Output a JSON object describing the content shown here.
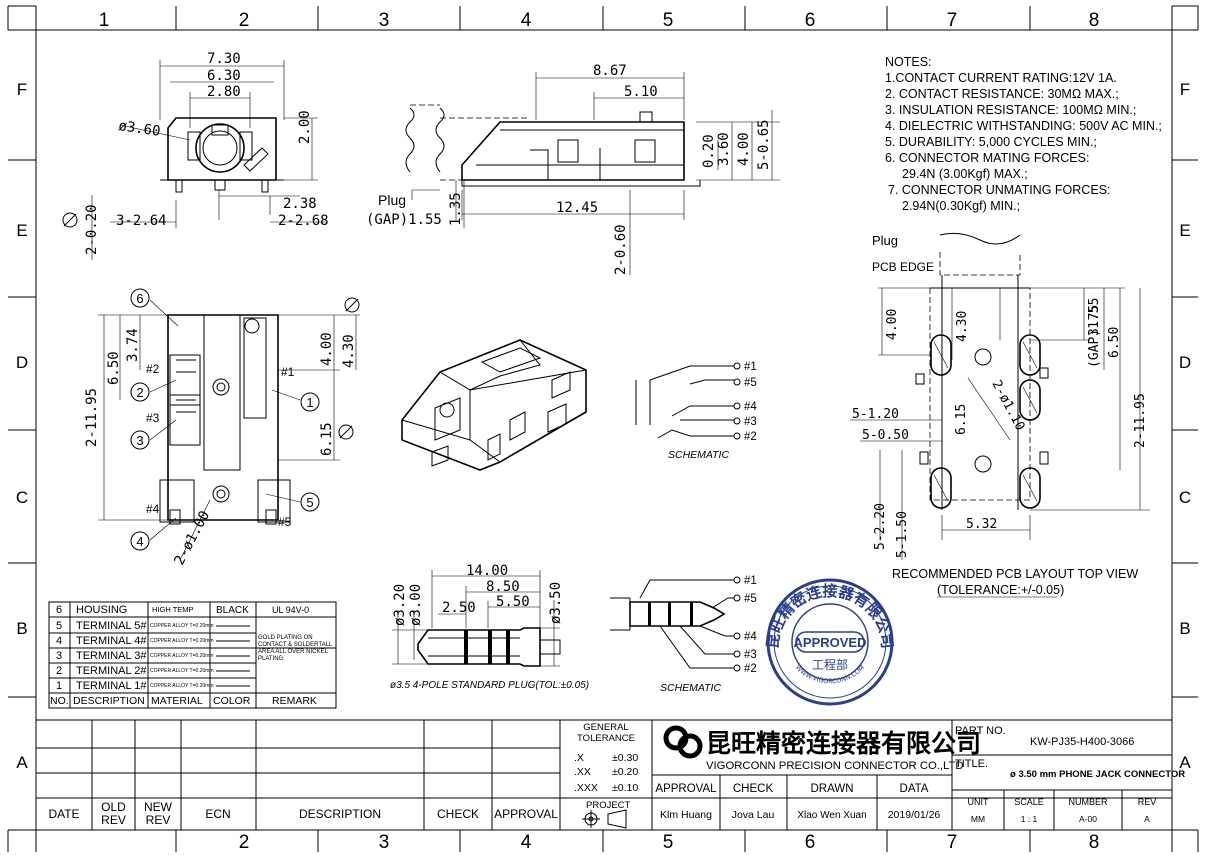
{
  "frame": {
    "col_labels": [
      "1",
      "2",
      "3",
      "4",
      "5",
      "6",
      "7",
      "8"
    ],
    "row_labels": [
      "F",
      "E",
      "D",
      "C",
      "B",
      "A"
    ]
  },
  "front_view": {
    "dims": [
      "7.30",
      "6.30",
      "2.80",
      "2.00",
      "2.38",
      "3-2.64",
      "2-2.68",
      "2-0.20"
    ],
    "diameter": "ø3.60"
  },
  "side_view": {
    "dims": [
      "8.67",
      "5.10",
      "0.20",
      "3.60",
      "4.00",
      "5-0.65",
      "1.35",
      "12.45",
      "2-0.60"
    ],
    "plug_label": "Plug",
    "gap_label": "(GAP)1.55"
  },
  "notes": {
    "title": "NOTES:",
    "lines": [
      "1.CONTACT CURRENT RATING:12V 1A.",
      "2. CONTACT RESISTANCE: 30MΩ MAX.;",
      "3. INSULATION RESISTANCE: 100MΩ MIN.;",
      "4. DIELECTRIC WITHSTANDING: 500V AC MIN.;",
      "5. DURABILITY: 5,000 CYCLES MIN.;",
      "6. CONNECTOR MATING FORCES:",
      "29.4N (3.00Kgf) MAX.;",
      "7. CONNECTOR UNMATING FORCES:",
      "2.94N(0.30Kgf) MIN.;"
    ]
  },
  "top_view": {
    "dims": [
      "6.50",
      "3.74",
      "2-11.95",
      "4.00",
      "4.30",
      "6.15",
      "2-ø1.00"
    ],
    "balloons": [
      "6",
      "2",
      "3",
      "1",
      "5",
      "4"
    ],
    "pins": [
      "#1",
      "#2",
      "#3",
      "#4",
      "#5"
    ]
  },
  "schematic1": {
    "label": "SCHEMATIC",
    "pins": [
      "#1",
      "#5",
      "#4",
      "#3",
      "#2"
    ]
  },
  "pcb_layout": {
    "plug_label": "Plug",
    "edge_label": "PCB EDGE",
    "dims": [
      "4.00",
      "4.30",
      "3.75",
      "(GAP)1.55",
      "6.50",
      "2-11.95",
      "2-ø1.10",
      "6.15",
      "5-1.20",
      "5-0.50",
      "5.32",
      "5-2.20",
      "5-1.50"
    ],
    "caption": "RECOMMENDED PCB LAYOUT TOP VIEW",
    "tolerance": "(TOLERANCE:+/-0.05)"
  },
  "plug_drawing": {
    "dims": [
      "14.00",
      "8.50",
      "5.50",
      "2.50",
      "ø3.20",
      "ø3.00",
      "ø3.50"
    ],
    "caption": "ø3.5 4-POLE STANDARD PLUG(TOL:±0.05)"
  },
  "schematic2": {
    "label": "SCHEMATIC",
    "pins": [
      "#1",
      "#5",
      "#4",
      "#3",
      "#2"
    ]
  },
  "stamp": {
    "ring_text": "昆旺精密连接器有限公司",
    "approved": "APPROVED",
    "dept": "工程部",
    "url": "WWW.VIGORCONN.COM"
  },
  "bom": {
    "headers": [
      "NO.",
      "DESCRIPTION",
      "MATERIAL",
      "COLOR",
      "REMARK"
    ],
    "rows": [
      {
        "no": "6",
        "desc": "HOUSING",
        "mat": "HIGH TEMP",
        "color": "BLACK",
        "remark": "UL 94V-0"
      },
      {
        "no": "5",
        "desc": "TERMINAL 5#",
        "mat": "COPPER ALLOY T=0.20mm",
        "color": "",
        "remark": ""
      },
      {
        "no": "4",
        "desc": "TERMINAL 4#",
        "mat": "COPPER ALLOY T=0.20mm",
        "color": "",
        "remark": "GOLD PLATING ON CONTACT & SOLDERTALL AREA ALL OVER NICKEL PLATING"
      },
      {
        "no": "3",
        "desc": "TERMINAL 3#",
        "mat": "COPPER ALLOY T=0.20mm",
        "color": "",
        "remark": ""
      },
      {
        "no": "2",
        "desc": "TERMINAL 2#",
        "mat": "COPPER ALLOY T=0.20mm",
        "color": "",
        "remark": ""
      },
      {
        "no": "1",
        "desc": "TERMINAL 1#",
        "mat": "COPPER ALLOY T=0.20mm",
        "color": "",
        "remark": ""
      }
    ]
  },
  "title_block": {
    "revision_headers": [
      "DATE",
      "OLD REV",
      "NEW REV",
      "ECN",
      "DESCRIPTION",
      "CHECK",
      "APPROVAL"
    ],
    "general_tolerance_label": "GENERAL TOLERANCE",
    "tolerances": [
      {
        "k": ".X",
        "v": "±0.30"
      },
      {
        "k": ".XX",
        "v": "±0.20"
      },
      {
        "k": ".XXX",
        "v": "±0.10"
      }
    ],
    "project_label": "PROJECT",
    "company_cn": "昆旺精密连接器有限公司",
    "company_en": "VIGORCONN PRECISION CONNECTOR CO.,LTD",
    "approval_label": "APPROVAL",
    "check_label": "CHECK",
    "drawn_label": "DRAWN",
    "data_label": "DATA",
    "approval_name": "Klm Huang",
    "check_name": "Jova Lau",
    "drawn_name": "Xlao Wen Xuan",
    "date": "2019/01/26",
    "part_no_label": "PART NO.",
    "part_no": "KW-PJ35-H400-3066",
    "title_label": "TITLE.",
    "title": "ø 3.50 mm PHONE JACK CONNECTOR",
    "unit_label": "UNIT",
    "unit": "MM",
    "scale_label": "SCALE",
    "scale": "1 : 1",
    "number_label": "NUMBER",
    "number": "A-00",
    "rev_label": "REV",
    "rev": "A"
  }
}
